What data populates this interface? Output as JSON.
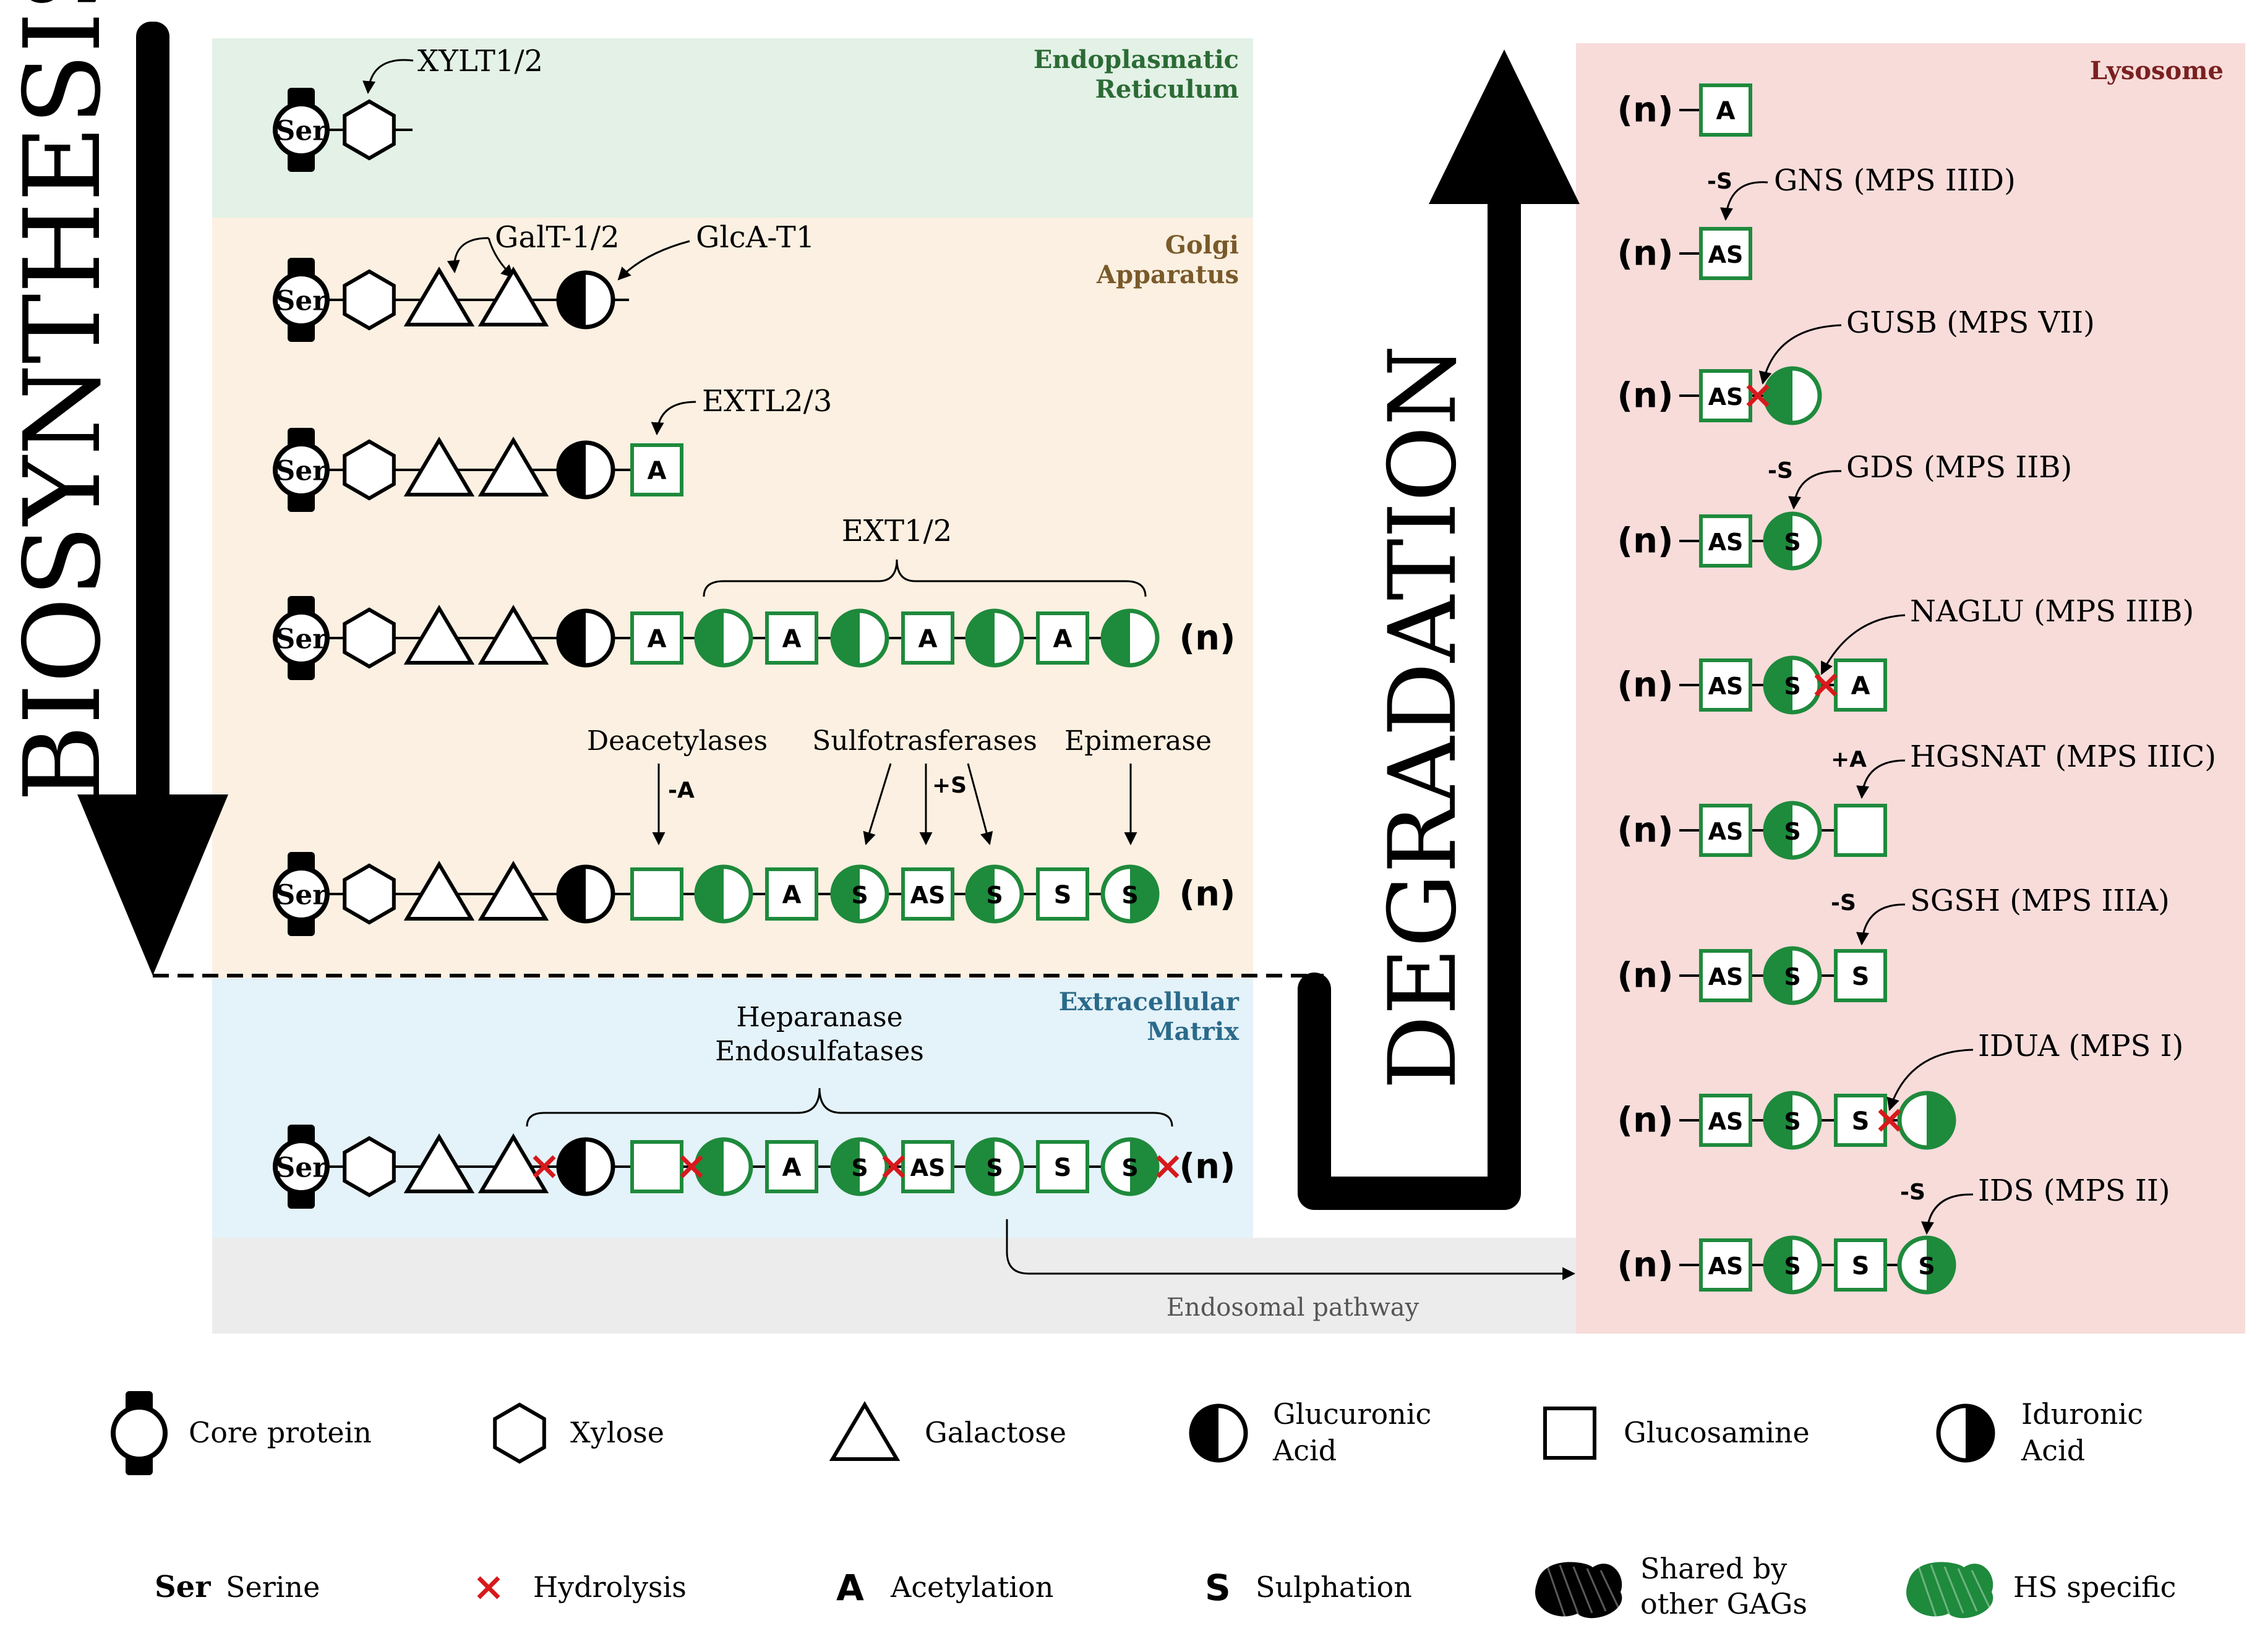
{
  "title": {
    "biosynthesis": "BIOSYNTHESIS",
    "degradation": "DEGRADATION"
  },
  "regions": {
    "er": "Endoplasmatic Reticulum",
    "golgi": "Golgi Apparatus",
    "ecm": "Extracellular Matrix",
    "lysosome": "Lysosome",
    "endosomal": "Endosomal pathway"
  },
  "symbols": {
    "serine": "Ser",
    "acetyl": "A",
    "sulfo": "S",
    "acetyl_sulfo": "AS",
    "chain_n": "(n)",
    "minus_s": "-S",
    "plus_s": "+S",
    "minus_a": "-A",
    "plus_a": "+A"
  },
  "enzymes": {
    "xylt": "XYLT1/2",
    "galt": "GalT-1/2",
    "glcat": "GlcA-T1",
    "extl": "EXTL2/3",
    "ext": "EXT1/2",
    "deacetylases": "Deacetylases",
    "sulfotransferases": "Sulfotrasferases",
    "epimerase": "Epimerase",
    "heparanase": "Heparanase",
    "endosulfatases": "Endosulfatases"
  },
  "lysosome_enzymes": [
    {
      "name": "GNS (MPS IIID)",
      "mod": "-S"
    },
    {
      "name": "GUSB (MPS VII)",
      "mod": ""
    },
    {
      "name": "GDS (MPS IIB)",
      "mod": "-S"
    },
    {
      "name": "NAGLU (MPS IIIB)",
      "mod": ""
    },
    {
      "name": "HGSNAT (MPS IIIC)",
      "mod": "+A"
    },
    {
      "name": "SGSH (MPS IIIA)",
      "mod": "-S"
    },
    {
      "name": "IDUA (MPS I)",
      "mod": ""
    },
    {
      "name": "IDS (MPS II)",
      "mod": "-S"
    }
  ],
  "legend": {
    "core": "Core protein",
    "xylose": "Xylose",
    "galactose": "Galactose",
    "glucuronic_1": "Glucuronic",
    "glucuronic_2": "Acid",
    "glucosamine": "Glucosamine",
    "iduronic_1": "Iduronic",
    "iduronic_2": "Acid",
    "ser_symbol": "Ser",
    "serine": "Serine",
    "hydrolysis": "Hydrolysis",
    "a_symbol": "A",
    "acetylation": "Acetylation",
    "s_symbol": "S",
    "sulphation": "Sulphation",
    "shared_1": "Shared by",
    "shared_2": "other GAGs",
    "hs_specific": "HS specific"
  },
  "colors": {
    "green": "#1e8a3c",
    "black": "#000000",
    "red": "#d7191c",
    "er_bg": "#e3f1e6",
    "golgi_bg": "#fbf0e1",
    "ecm_bg": "#e4f2f9",
    "lyso_bg": "#f7dcda",
    "endo_bg": "#ececec",
    "er_text": "#2b6b35",
    "golgi_text": "#7a5a2a",
    "ecm_text": "#2a6a8a",
    "lyso_text": "#7a2020"
  }
}
